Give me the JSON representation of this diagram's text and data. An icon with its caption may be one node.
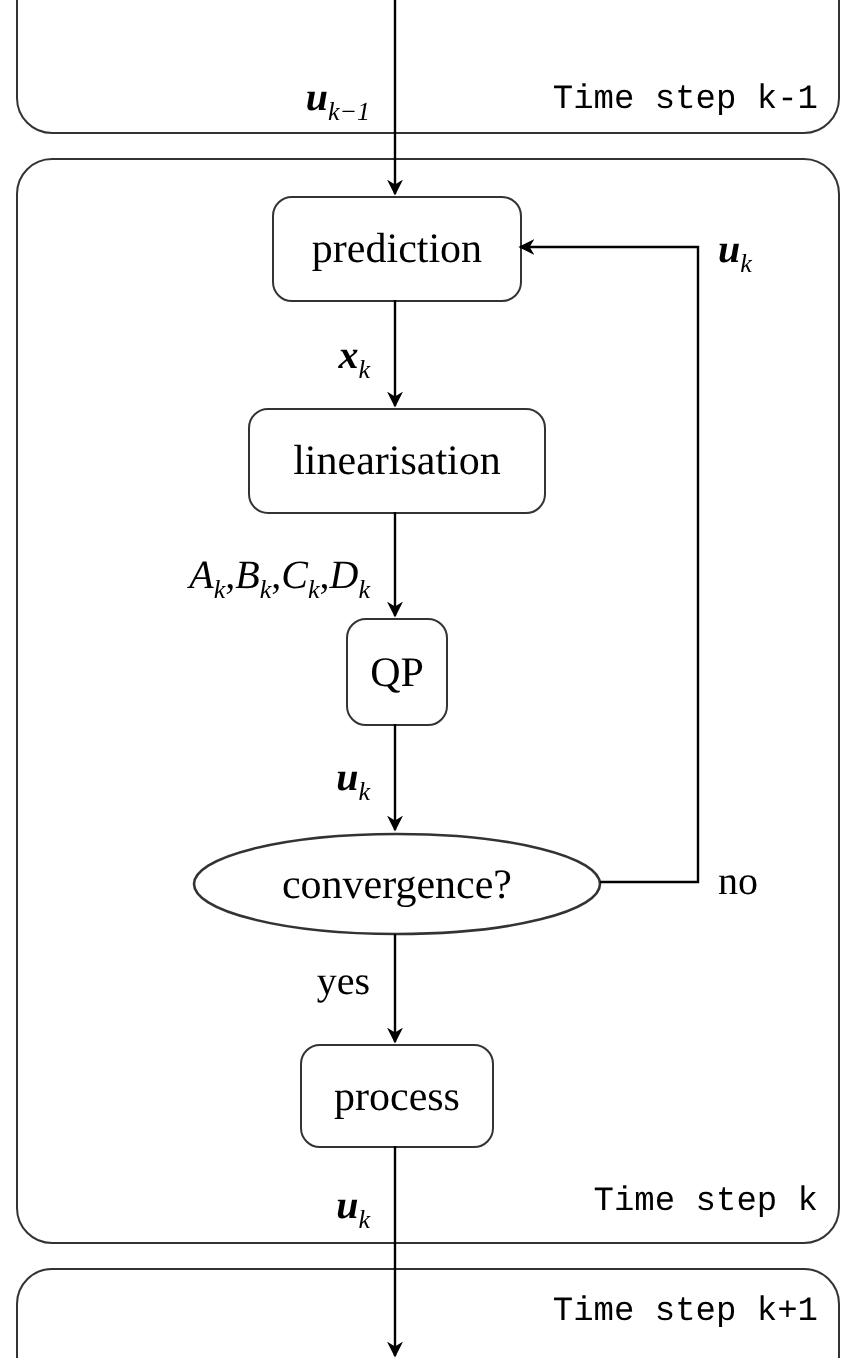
{
  "diagram": {
    "nodes": [
      {
        "text": [
          "Time step k-1"
        ]
      },
      {
        "text": [
          "Time step k"
        ]
      },
      {
        "text": [
          "prediction"
        ],
        "in": 1
      },
      {
        "text": [
          "linearisation"
        ],
        "in": 1
      },
      {
        "text": [
          "QP"
        ],
        "in": 1
      },
      {
        "text": [
          "convergence?"
        ],
        "in": 1
      },
      {
        "text": [
          "process"
        ],
        "in": 1
      },
      {
        "text": [
          "Time step k+1"
        ]
      }
    ],
    "edges": [
      {
        "from": 0,
        "to": 2,
        "arrow": "to",
        "label": "**u**$_{k−1}$"
      },
      {
        "from": 2,
        "to": 3,
        "arrow": "to",
        "label": "**x**$_{k}$"
      },
      {
        "from": 3,
        "to": 4,
        "arrow": "to",
        "label": "*A*$_{k}$,*B*$_{k}$,*C*$_{k}$,*D*$_{k}$"
      },
      {
        "from": 4,
        "to": 5,
        "arrow": "to",
        "label": "**u**$_{k}$"
      },
      {
        "from": 5,
        "to": 2,
        "arrow": "to",
        "label": "no"
      },
      {
        "from": 5,
        "to": 6,
        "arrow": "to",
        "label": "yes"
      },
      {
        "from": 6,
        "to": 7,
        "arrow": "to",
        "label": "**u**$_{k}$"
      }
    ],
    "labels": [
      "**u**$_{k}$"
    ]
  }
}
